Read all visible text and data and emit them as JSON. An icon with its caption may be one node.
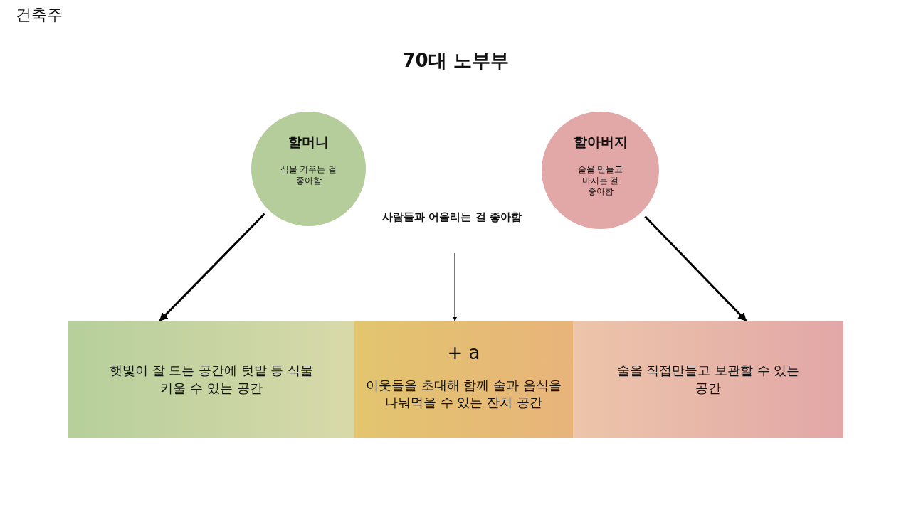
{
  "diagram": {
    "title": "70대 노부부",
    "nodes": [
      {
        "text": [
          "할머니",
          "식물 키우는 걸 좋아함"
        ]
      },
      {
        "text": [
          "할아버지",
          "술을 만들고 마시는 걸 좋아함"
        ]
      },
      {
        "text": [
          "사람들과 어울리는 걸 좋아함"
        ]
      },
      {
        "text": [
          "햇빛이 잘 드는 공간에 텃밭 등 식물 키울 수 있는 공간"
        ]
      },
      {
        "text": [
          "+ a",
          "이웃들을 초대해 함께 술과 음식을 나눠먹을 수 있는 잔치 공간"
        ]
      },
      {
        "text": [
          "술을 직접만들고 보관할 수 있는 공간"
        ]
      }
    ],
    "edges": [
      {
        "from": 0,
        "to": 3,
        "arrow": "to"
      },
      {
        "from": 2,
        "to": 4,
        "arrow": "to"
      },
      {
        "from": 1,
        "to": 5,
        "arrow": "to"
      }
    ],
    "labels": [
      "건축주"
    ]
  }
}
